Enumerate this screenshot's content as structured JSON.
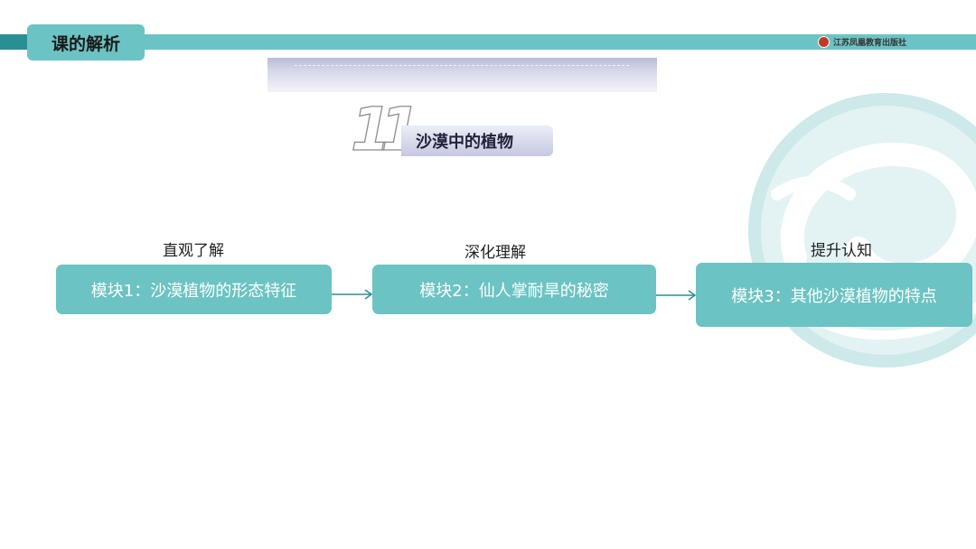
{
  "header": {
    "section_label": "课的解析",
    "publisher": "江苏凤凰教育出版社"
  },
  "lesson": {
    "number": "11",
    "title": "沙漠中的植物"
  },
  "flow": [
    {
      "stage": "直观了解",
      "module": "模块1：沙漠植物的形态特征"
    },
    {
      "stage": "深化理解",
      "module": "模块2：仙人掌耐旱的秘密"
    },
    {
      "stage": "提升认知",
      "module": "模块3：其他沙漠植物的特点"
    }
  ],
  "colors": {
    "accent": "#6cc3c3",
    "accent_dark": "#2a8f92",
    "arrow": "#2a8f92",
    "watermark": "#d4ecec"
  }
}
